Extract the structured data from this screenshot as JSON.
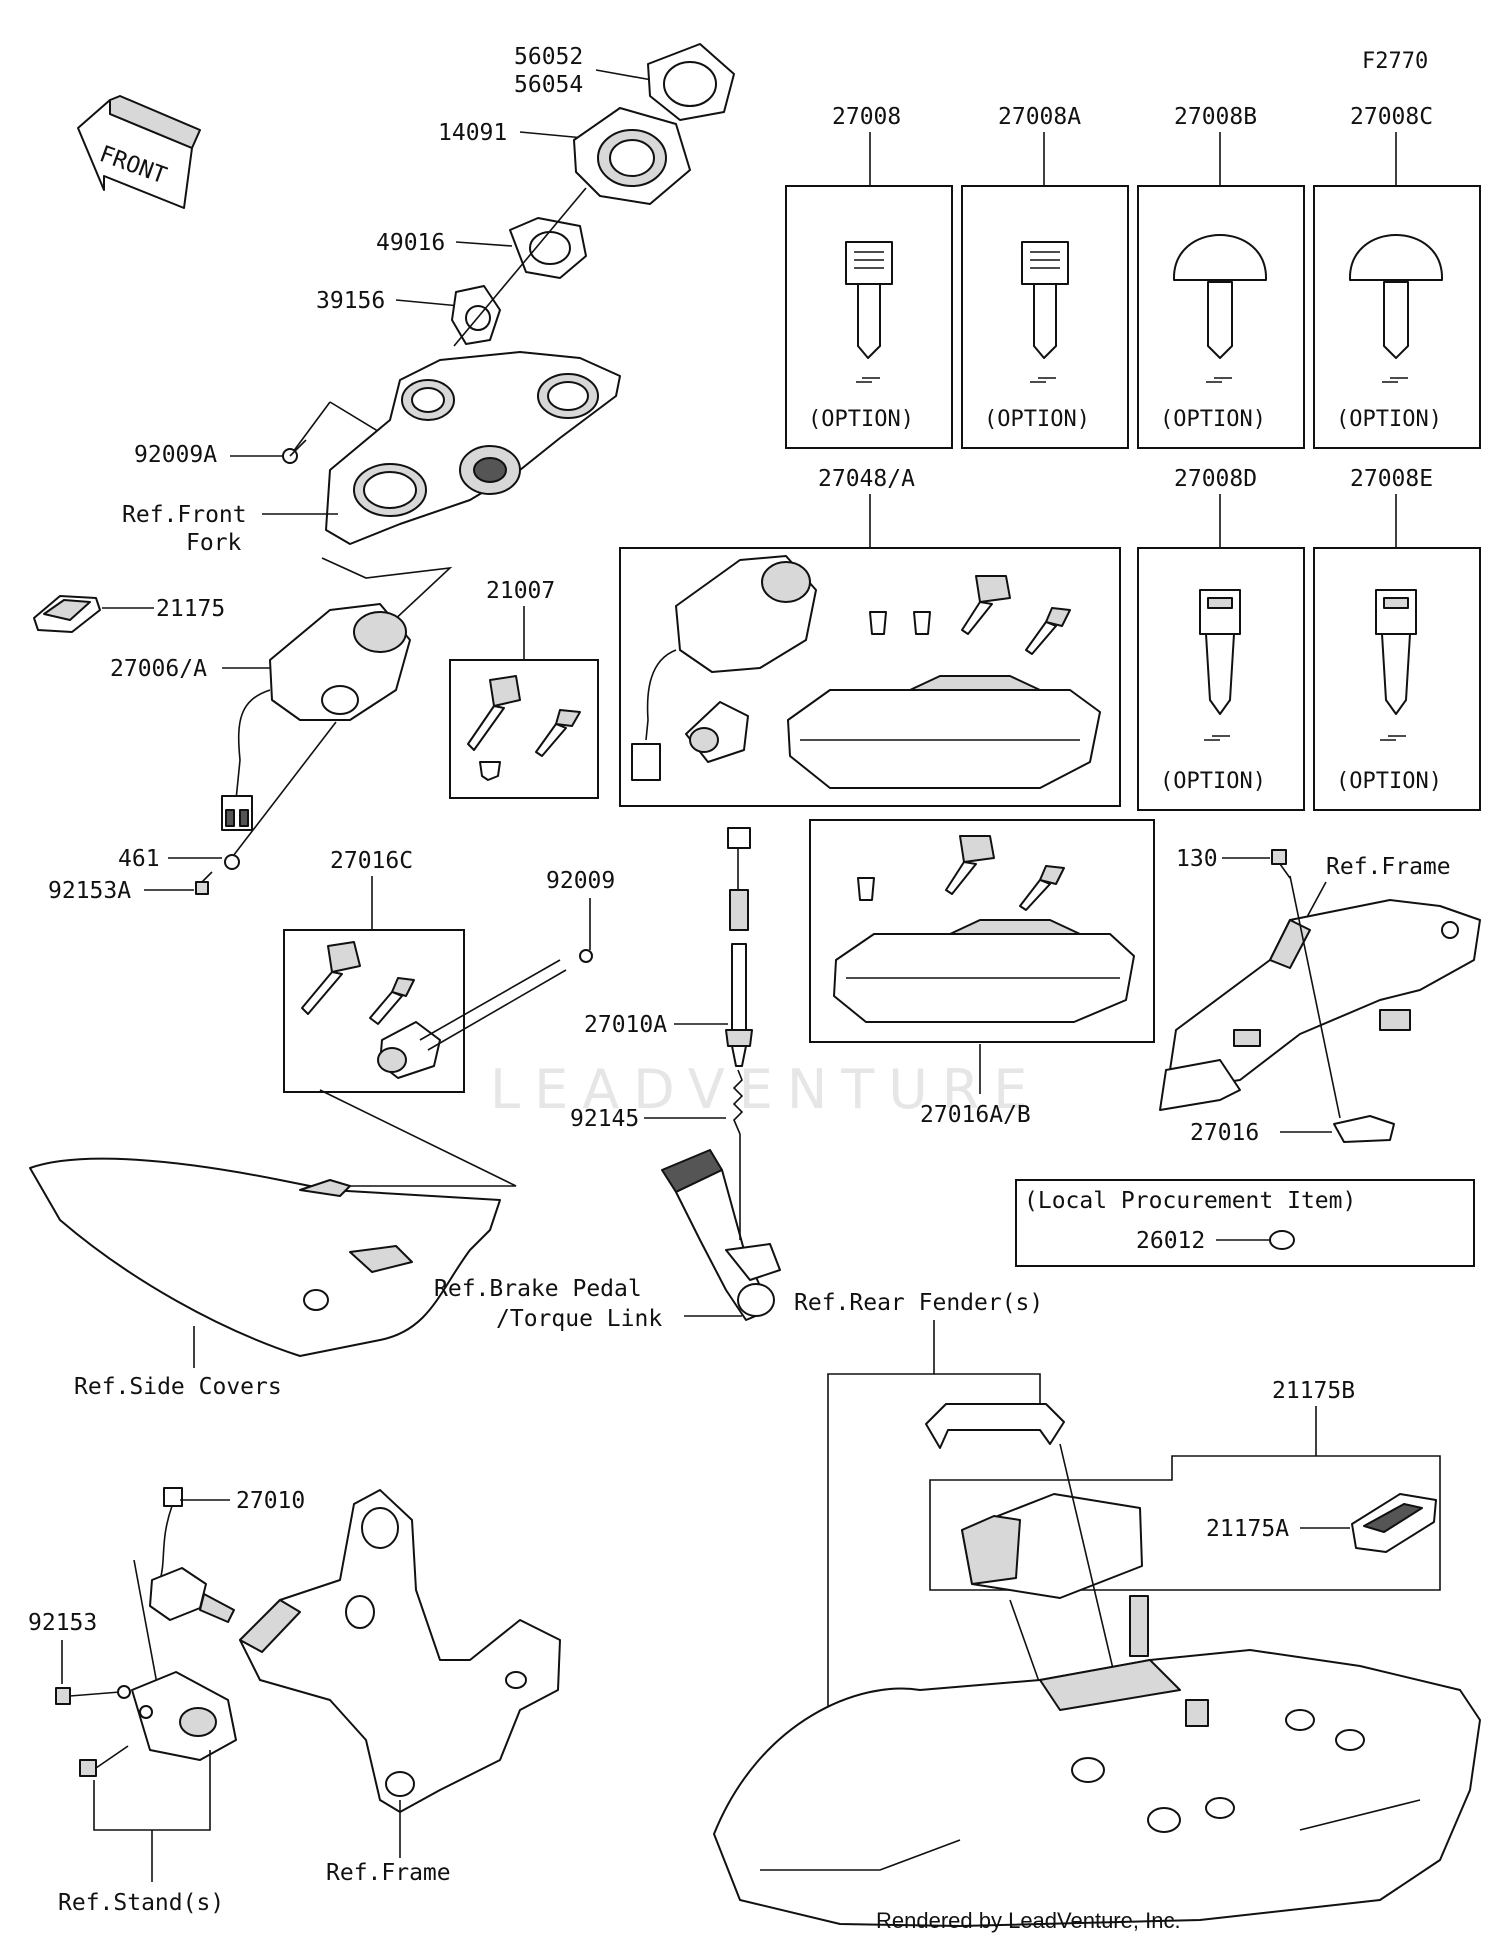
{
  "figure_code": "F2770",
  "front_label": "FRONT",
  "watermark": "LEADVENTURE",
  "footer": "Rendered by LeadVenture, Inc.",
  "option_label": "(OPTION)",
  "local_procurement": "(Local Procurement Item)",
  "parts": {
    "p56052": "56052",
    "p56054": "56054",
    "p14091": "14091",
    "p49016": "49016",
    "p39156": "39156",
    "p92009A": "92009A",
    "p21175": "21175",
    "p27006A": "27006/A",
    "p461": "461",
    "p92153A": "92153A",
    "p21007": "21007",
    "p27016C": "27016C",
    "p92009": "92009",
    "p27010A": "27010A",
    "p92145": "92145",
    "p27048A": "27048/A",
    "p27016AB": "27016A/B",
    "p27008": "27008",
    "p27008A": "27008A",
    "p27008B": "27008B",
    "p27008C": "27008C",
    "p27008D": "27008D",
    "p27008E": "27008E",
    "p130": "130",
    "p27016": "27016",
    "p26012": "26012",
    "p27010": "27010",
    "p92153": "92153",
    "p21175B": "21175B",
    "p21175A": "21175A"
  },
  "refs": {
    "front_fork_1": "Ref.Front",
    "front_fork_2": "Fork",
    "side_covers": "Ref.Side Covers",
    "brake_pedal_1": "Ref.Brake Pedal",
    "brake_pedal_2": "/Torque Link",
    "rear_fenders": "Ref.Rear Fender(s)",
    "frame_right": "Ref.Frame",
    "frame_bottom": "Ref.Frame",
    "stands": "Ref.Stand(s)"
  }
}
